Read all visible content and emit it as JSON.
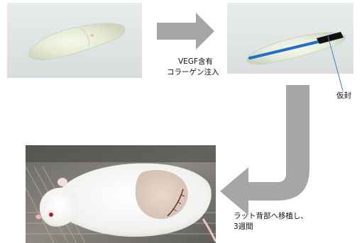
{
  "step1": {
    "label_line1": "VEGF含有",
    "label_line2": "コラーゲン注入"
  },
  "step2": {
    "callout_label": "仮封"
  },
  "step3": {
    "label_line1": "ラット背部へ移植し、",
    "label_line2": "3週間"
  },
  "colors": {
    "arrow_gray": "#a6a6a6",
    "injection_line_blue": "#1e6fd1",
    "callout_line_blue": "#3b7fc4",
    "seal_black": "#111111"
  }
}
